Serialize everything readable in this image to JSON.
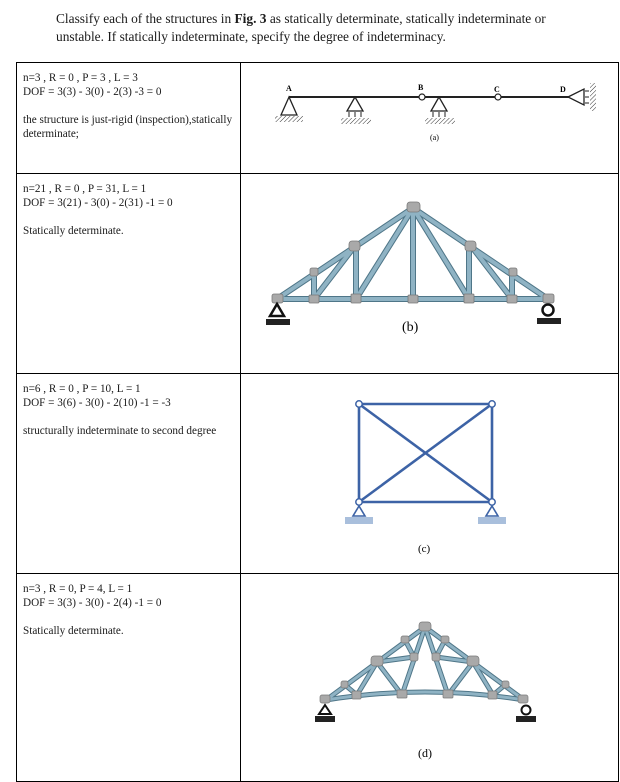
{
  "intro": {
    "part1": "Classify each of the structures in ",
    "bold": "Fig. 3",
    "part2": " as statically determinate, statically indeterminate or unstable. If statically indeterminate, specify the degree of indeterminacy."
  },
  "rows": [
    {
      "line1": "n=3 , R = 0 , P = 3 , L = 3",
      "line2": "DOF = 3(3) - 3(0) - 2(3) -3 = 0",
      "conclusion": "the structure is just-rigid (inspection),statically determinate;",
      "figure": {
        "caption": "(a)",
        "labels": [
          "A",
          "B",
          "C",
          "D"
        ]
      }
    },
    {
      "line1": "n=21 , R = 0 , P = 31, L = 1",
      "line2": "DOF = 3(21) - 3(0) - 2(31) -1 = 0",
      "conclusion": "Statically determinate.",
      "figure": {
        "caption": "(b)"
      }
    },
    {
      "line1": "n=6 , R = 0 , P = 10, L = 1",
      "line2": "DOF = 3(6) - 3(0) - 2(10) -1 = -3",
      "conclusion": "structurally indeterminate to second degree",
      "figure": {
        "caption": "(c)"
      }
    },
    {
      "line1": "n=3 , R = 0, P = 4, L = 1",
      "line2": "DOF = 3(3) - 3(0) - 2(4) -1 = 0",
      "conclusion": "Statically determinate.",
      "figure": {
        "caption": "(d)"
      }
    }
  ],
  "colors": {
    "truss_member": "#8fb3c4",
    "truss_edge": "#4f7688",
    "gusset": "#a9a9a9",
    "frame_blue": "#3d63a6",
    "support_fill": "#a9bfdc"
  }
}
